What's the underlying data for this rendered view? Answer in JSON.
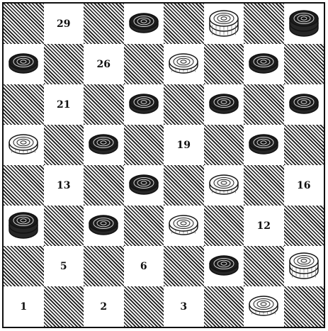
{
  "board": {
    "rows": 8,
    "cols": 8,
    "square_labels": [
      {
        "row": 0,
        "col": 1,
        "text": "29"
      },
      {
        "row": 1,
        "col": 2,
        "text": "26"
      },
      {
        "row": 2,
        "col": 1,
        "text": "21"
      },
      {
        "row": 3,
        "col": 4,
        "text": "19"
      },
      {
        "row": 4,
        "col": 1,
        "text": "13"
      },
      {
        "row": 4,
        "col": 7,
        "text": "16"
      },
      {
        "row": 5,
        "col": 6,
        "text": "12"
      },
      {
        "row": 6,
        "col": 1,
        "text": "5"
      },
      {
        "row": 6,
        "col": 3,
        "text": "6"
      },
      {
        "row": 7,
        "col": 0,
        "text": "1"
      },
      {
        "row": 7,
        "col": 2,
        "text": "2"
      },
      {
        "row": 7,
        "col": 4,
        "text": "3"
      }
    ],
    "pieces": [
      {
        "row": 0,
        "col": 3,
        "color": "black",
        "king": false
      },
      {
        "row": 0,
        "col": 5,
        "color": "white",
        "king": true
      },
      {
        "row": 0,
        "col": 7,
        "color": "black",
        "king": true
      },
      {
        "row": 1,
        "col": 0,
        "color": "black",
        "king": false
      },
      {
        "row": 1,
        "col": 4,
        "color": "white",
        "king": false
      },
      {
        "row": 1,
        "col": 6,
        "color": "black",
        "king": false
      },
      {
        "row": 2,
        "col": 3,
        "color": "black",
        "king": false
      },
      {
        "row": 2,
        "col": 5,
        "color": "black",
        "king": false
      },
      {
        "row": 2,
        "col": 7,
        "color": "black",
        "king": false
      },
      {
        "row": 3,
        "col": 0,
        "color": "white",
        "king": false
      },
      {
        "row": 3,
        "col": 2,
        "color": "black",
        "king": false
      },
      {
        "row": 3,
        "col": 6,
        "color": "black",
        "king": false
      },
      {
        "row": 4,
        "col": 3,
        "color": "black",
        "king": false
      },
      {
        "row": 4,
        "col": 5,
        "color": "white",
        "king": false
      },
      {
        "row": 5,
        "col": 0,
        "color": "black",
        "king": true
      },
      {
        "row": 5,
        "col": 2,
        "color": "black",
        "king": false
      },
      {
        "row": 5,
        "col": 4,
        "color": "white",
        "king": false
      },
      {
        "row": 6,
        "col": 5,
        "color": "black",
        "king": false
      },
      {
        "row": 6,
        "col": 7,
        "color": "white",
        "king": true
      },
      {
        "row": 7,
        "col": 6,
        "color": "white",
        "king": false
      }
    ]
  }
}
